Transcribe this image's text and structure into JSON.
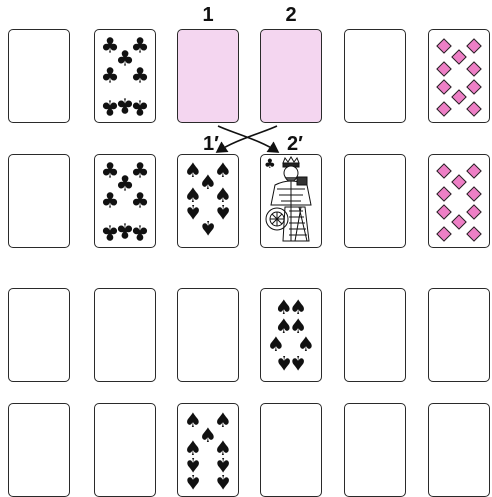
{
  "labels": {
    "top_left": "1",
    "top_right": "2",
    "target_left": "1′",
    "target_right": "2′"
  },
  "colors": {
    "card_back": "#f4d6f0",
    "diamond_fill": "#ee7fc6",
    "ink": "#111111"
  },
  "grid": {
    "rows": [
      [
        {
          "kind": "blank"
        },
        {
          "kind": "club",
          "rank": 8
        },
        {
          "kind": "back",
          "label": "1"
        },
        {
          "kind": "back",
          "label": "2"
        },
        {
          "kind": "blank"
        },
        {
          "kind": "diamond",
          "rank": 10
        }
      ],
      [
        {
          "kind": "blank"
        },
        {
          "kind": "club",
          "rank": 8
        },
        {
          "kind": "spade",
          "rank": 8,
          "label": "1′"
        },
        {
          "kind": "king-clubs",
          "label": "2′"
        },
        {
          "kind": "blank"
        },
        {
          "kind": "diamond",
          "rank": 10
        }
      ],
      [
        {
          "kind": "blank"
        },
        {
          "kind": "blank"
        },
        {
          "kind": "blank"
        },
        {
          "kind": "spade",
          "rank": 8
        },
        {
          "kind": "blank"
        },
        {
          "kind": "blank"
        }
      ],
      [
        {
          "kind": "blank"
        },
        {
          "kind": "blank"
        },
        {
          "kind": "spade",
          "rank": 9
        },
        {
          "kind": "blank"
        },
        {
          "kind": "blank"
        },
        {
          "kind": "blank"
        }
      ]
    ]
  },
  "icons": {
    "club": "club-icon",
    "spade": "spade-icon",
    "diamond": "diamond-icon",
    "king": "king-figure-icon",
    "arrow": "crossed-arrows-icon"
  }
}
